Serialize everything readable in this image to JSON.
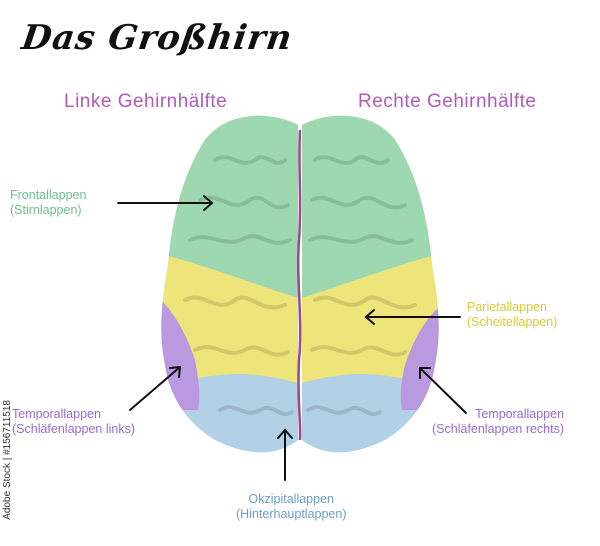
{
  "title": "Das Großhirn",
  "hemispheres": {
    "left": "Linke Gehirnhälfte",
    "right": "Rechte Gehirnhälfte"
  },
  "labels": {
    "frontal": {
      "line1": "Frontallappen",
      "line2": "(Stirnlappen)"
    },
    "parietal": {
      "line1": "Parietallappen",
      "line2": "(Scheitellappen)"
    },
    "temporal_left": {
      "line1": "Temporallappen",
      "line2": "(Schläfenlappen links)"
    },
    "temporal_right": {
      "line1": "Temporallappen",
      "line2": "(Schläfenlappen rechts)"
    },
    "occipital": {
      "line1": "Okzipitallappen",
      "line2": "(Hinterhauptlappen)"
    }
  },
  "colors": {
    "frontal": "#9dd8b0",
    "parietal": "#ede47a",
    "temporal": "#b99ae0",
    "occipital": "#b3d1e6",
    "fissure": "#9a4a8a"
  },
  "watermark": "Adobe Stock | #156711518"
}
